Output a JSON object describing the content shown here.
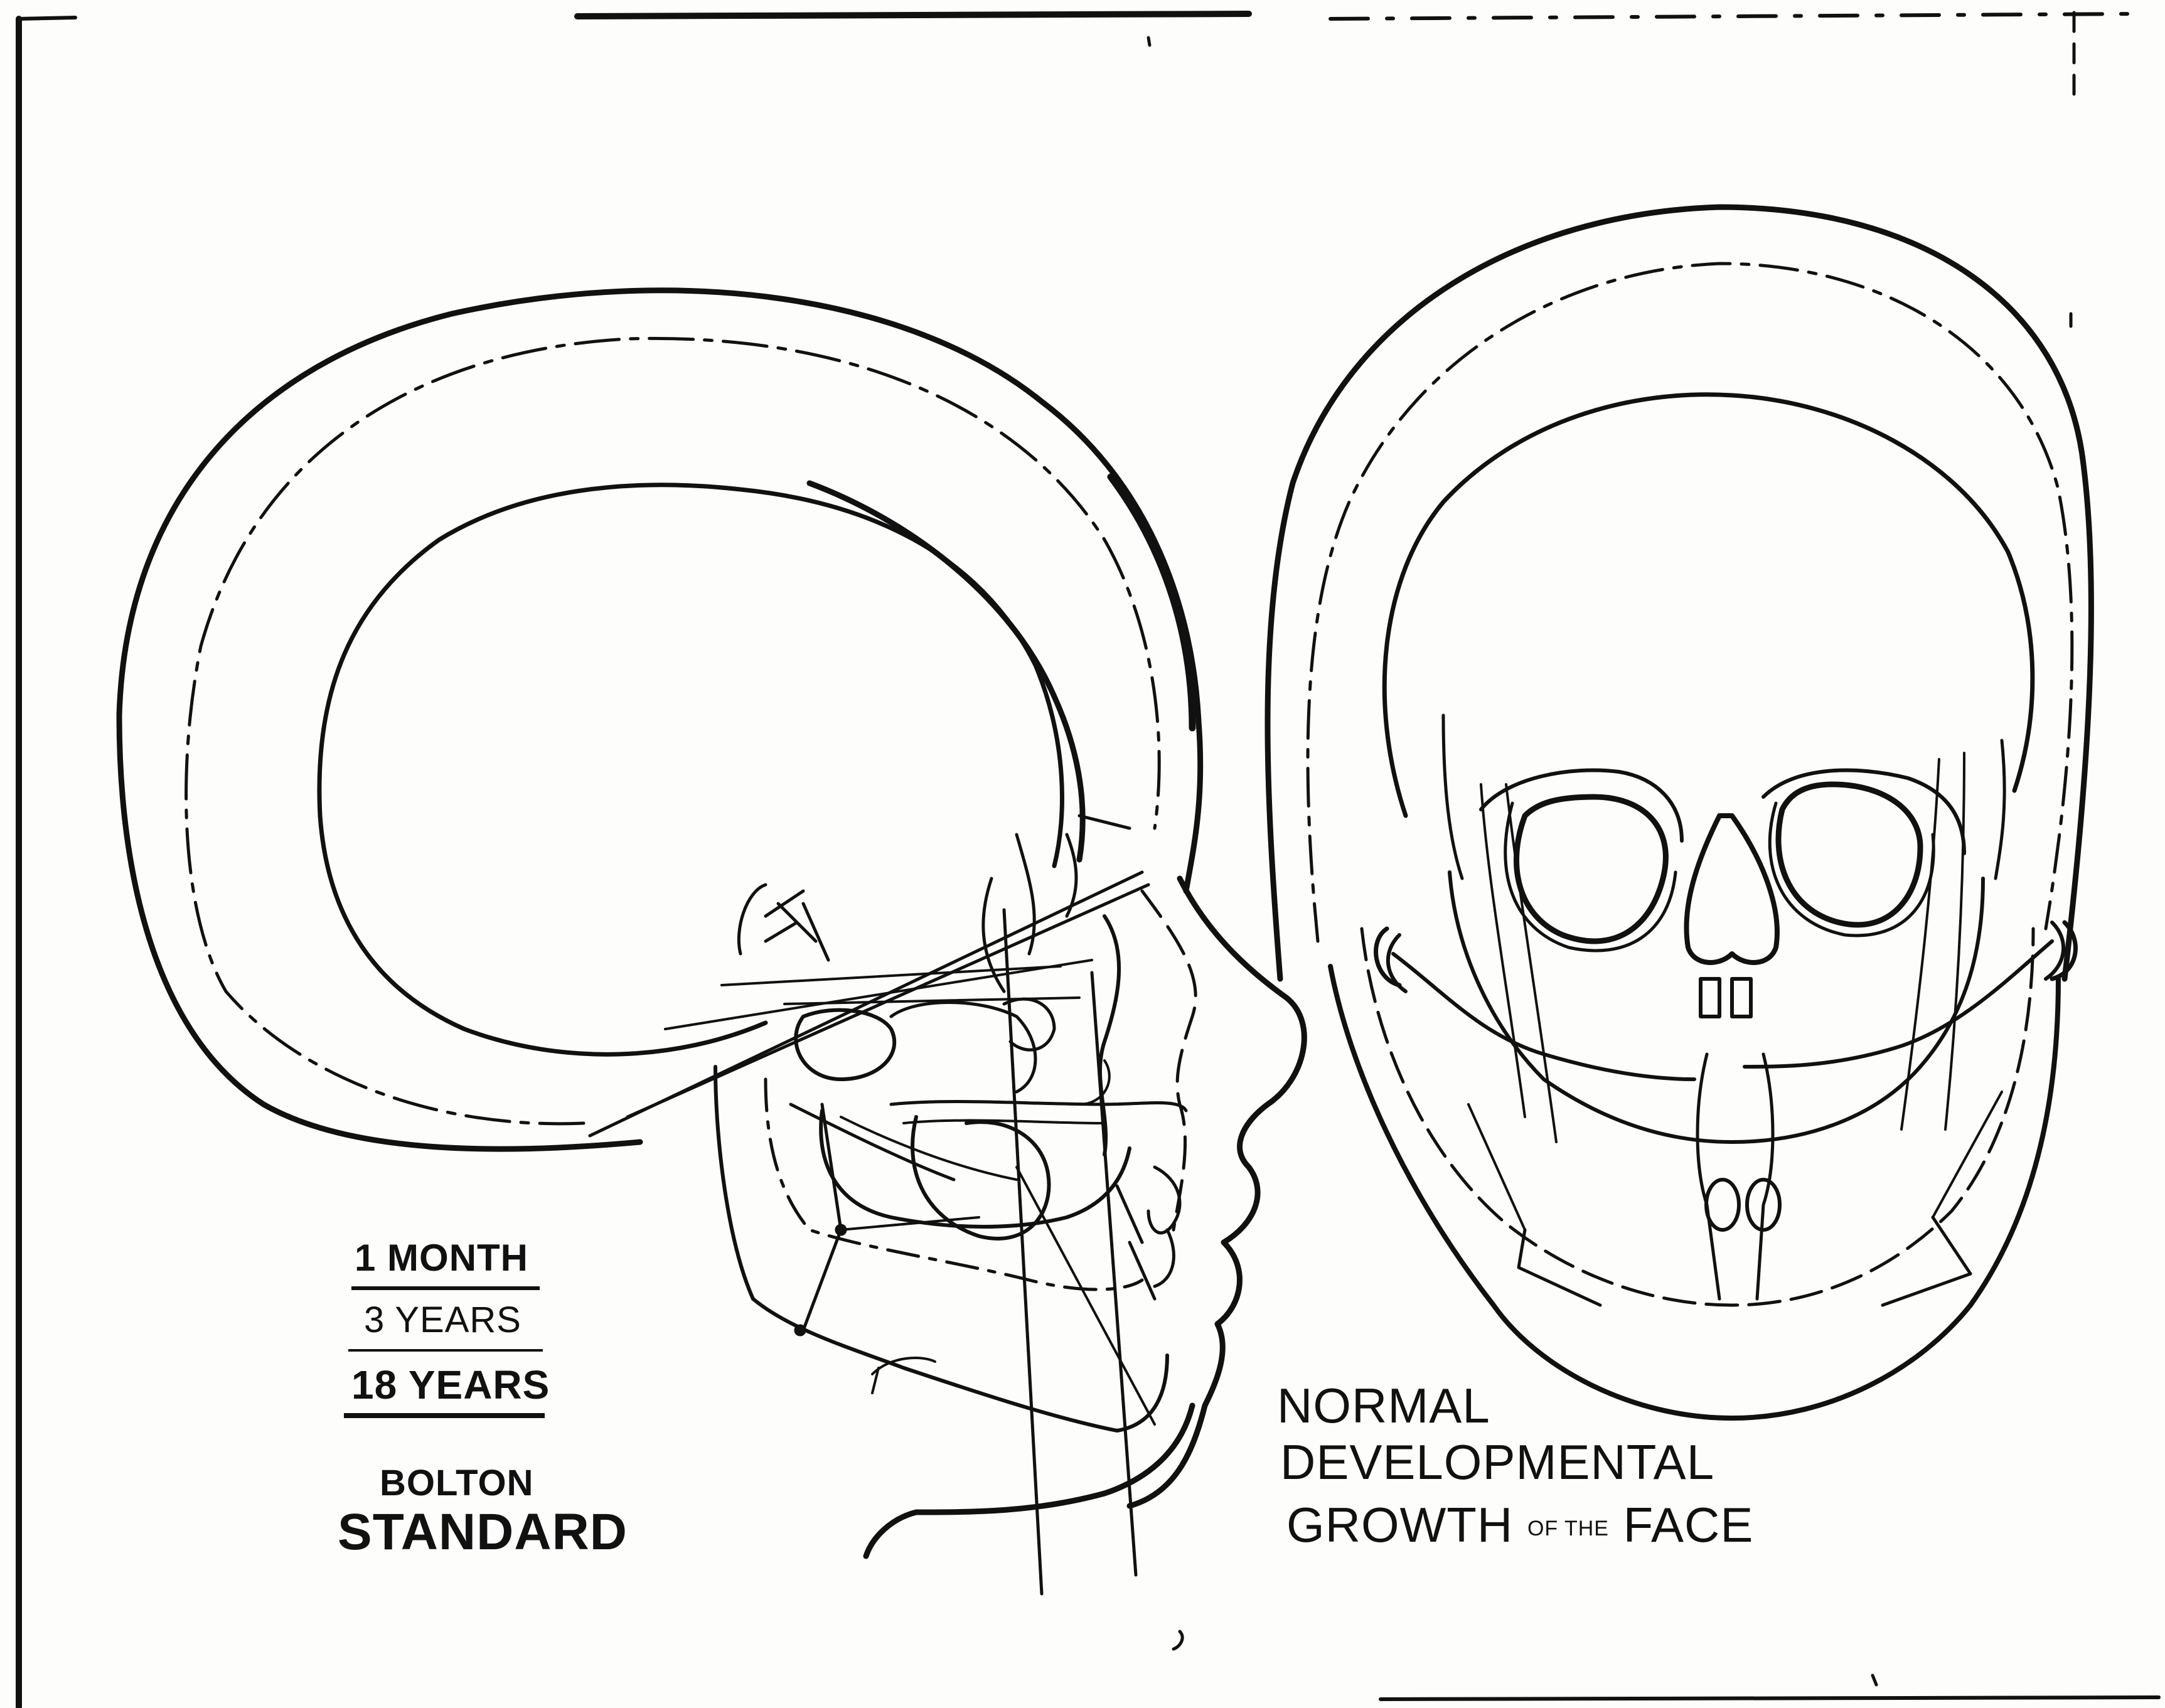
{
  "legend": {
    "rows": [
      {
        "label": "1 MONTH"
      },
      {
        "label": "3 YEARS"
      },
      {
        "label": "18 YEARS"
      }
    ],
    "standard_line1": "BOLTON",
    "standard_line2": "STANDARD"
  },
  "title": {
    "line1": "NORMAL",
    "line2": "DEVELOPMENTAL",
    "line3_part1": "GROWTH",
    "line3_small": "OF THE",
    "line3_part2": "FACE"
  },
  "colors": {
    "ink": "#111111",
    "paper": "#fdfdfb"
  }
}
